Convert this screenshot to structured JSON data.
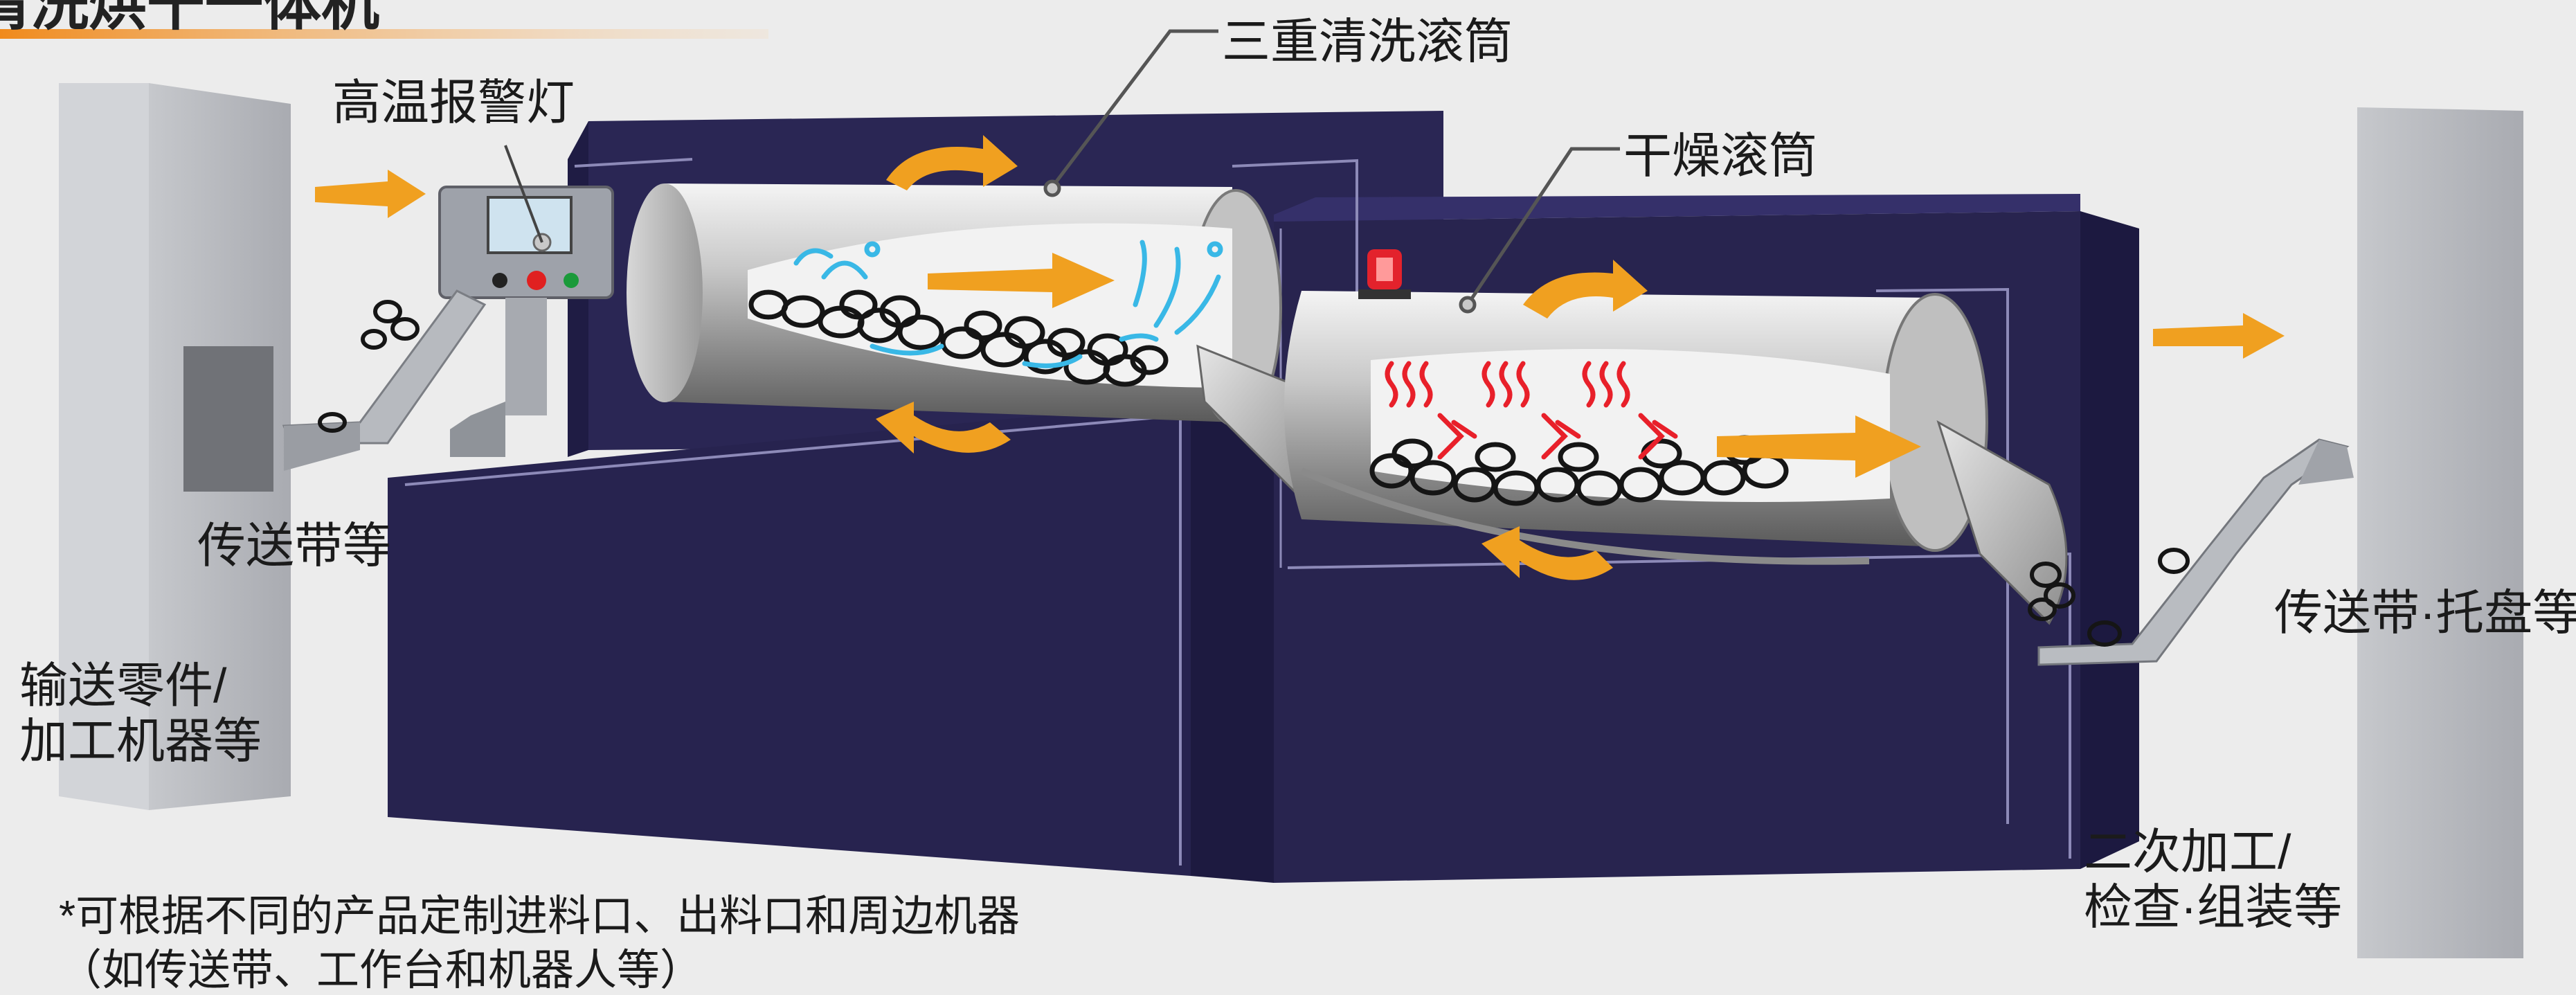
{
  "title": "清洗烘干一体机",
  "colors": {
    "machine_body": "#27234f",
    "arrow": "#f0a020",
    "water": "#39b8e6",
    "heat": "#e8202a",
    "title_rule": "#f39b2d"
  },
  "labels": {
    "triple_wash_drum": "三重清洗滚筒",
    "dry_drum": "干燥滚筒",
    "high_temp_alarm": "高温报警灯",
    "conveyor_in": "传送带等",
    "conveyor_out": "传送带·托盘等",
    "feed_source_line1": "输送零件/",
    "feed_source_line2": "加工机器等",
    "post_line1": "二次加工/",
    "post_line2": "检查·组装等"
  },
  "footnote": {
    "line1": "*可根据不同的产品定制进料口、出料口和周边机器",
    "line2": "（如传送带、工作台和机器人等）"
  }
}
